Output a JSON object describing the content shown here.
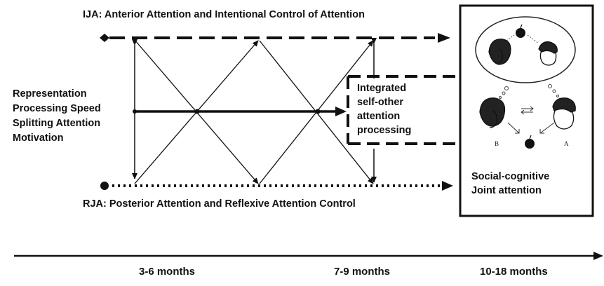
{
  "ija_label": "IJA: Anterior Attention and Intentional Control of Attention",
  "rja_label": "RJA: Posterior Attention and Reflexive Attention Control",
  "factors": [
    "Representation",
    "Processing Speed",
    "Splitting Attention",
    "Motivation"
  ],
  "integrated": [
    "Integrated",
    "self-other",
    "attention",
    "processing"
  ],
  "social": [
    "Social-cognitive",
    "Joint attention"
  ],
  "timeline": [
    "3-6 months",
    "7-9 months",
    "10-18 months"
  ],
  "figure_letters": [
    "B",
    "A"
  ]
}
